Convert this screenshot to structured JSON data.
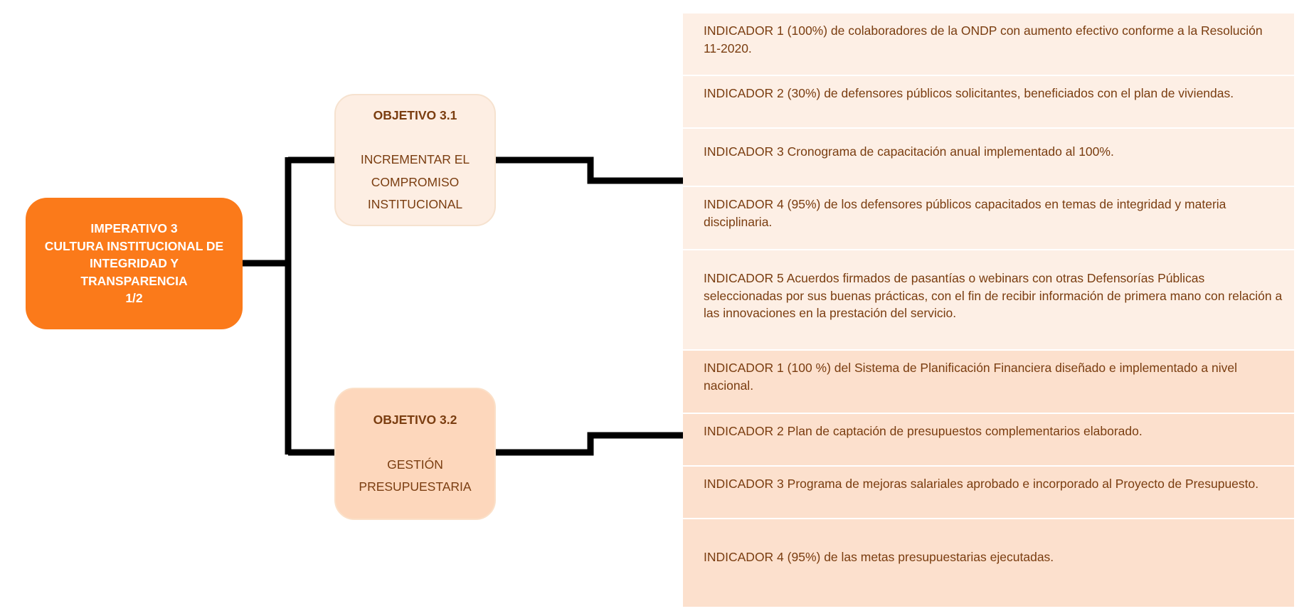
{
  "root": {
    "lines": [
      "IMPERATIVO 3",
      "CULTURA INSTITUCIONAL DE",
      "INTEGRIDAD Y",
      "TRANSPARENCIA",
      "1/2"
    ]
  },
  "objectives": [
    {
      "title": "OBJETIVO 3.1",
      "lines": [
        "INCREMENTAR EL",
        "COMPROMISO",
        "INSTITUCIONAL"
      ],
      "indicators": [
        "INDICADOR 1 (100%) de colaboradores de la ONDP con aumento efectivo conforme a la Resolución 11-2020.",
        "INDICADOR 2 (30%) de defensores públicos solicitantes, beneficiados con el plan de viviendas.",
        "INDICADOR 3 Cronograma de capacitación anual implementado al 100%.",
        "INDICADOR 4 (95%) de los defensores públicos capacitados en temas de integridad y materia disciplinaria.",
        "INDICADOR 5 Acuerdos firmados de pasantías o webinars con otras Defensorías Públicas seleccionadas por sus buenas prácticas, con el fin de recibir información de primera mano con relación a las innovaciones en la prestación del servicio."
      ]
    },
    {
      "title": "OBJETIVO 3.2",
      "lines": [
        "GESTIÓN",
        "PRESUPUESTARIA"
      ],
      "indicators": [
        "INDICADOR 1 (100 %) del Sistema de Planificación Financiera diseñado e implementado a nivel nacional.",
        "INDICADOR 2 Plan de captación de presupuestos complementarios elaborado.",
        "INDICADOR 3 Programa de mejoras salariales aprobado e incorporado al Proyecto de Presupuesto.",
        "INDICADOR 4 (95%) de las metas presupuestarias ejecutadas."
      ]
    }
  ],
  "colors": {
    "root_fill": "#fb7a1a",
    "objective_1_fill": "#fdeee3",
    "objective_2_fill": "#fdd7bc",
    "indicator_group_1_fill": "#fdefe5",
    "indicator_group_2_fill": "#fce0cd",
    "text": "#7a3d10",
    "connector": "#000000"
  }
}
